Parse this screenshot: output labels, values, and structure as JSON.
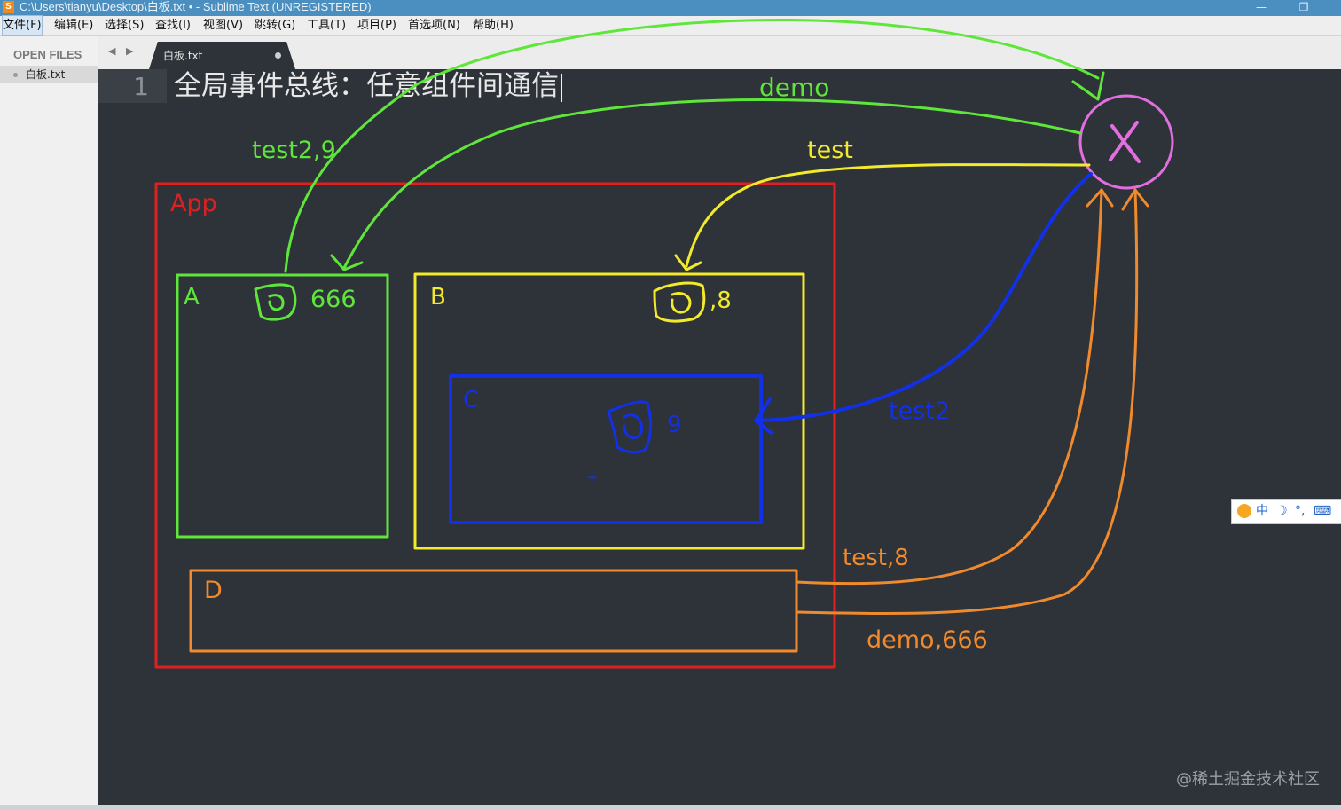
{
  "window": {
    "title": "C:\\Users\\tianyu\\Desktop\\白板.txt • - Sublime Text (UNREGISTERED)",
    "app_icon_glyph": "S",
    "minimize_glyph": "—",
    "restore_glyph": "❐"
  },
  "menu": {
    "items": [
      "文件(F)",
      "编辑(E)",
      "选择(S)",
      "查找(I)",
      "视图(V)",
      "跳转(G)",
      "工具(T)",
      "项目(P)",
      "首选项(N)",
      "帮助(H)"
    ]
  },
  "sidebar": {
    "header": "OPEN FILES",
    "files": [
      {
        "name": "白板.txt"
      }
    ]
  },
  "tabs": {
    "nav_arrows": "◀ ▶",
    "active": {
      "name": "白板.txt"
    }
  },
  "editor": {
    "line_number": "1",
    "line_text": "全局事件总线：任意组件间通信"
  },
  "drawing": {
    "labels": {
      "app": "App",
      "a": "A",
      "a_value": "666",
      "b": "B",
      "b_value": ",8",
      "c": "C",
      "c_value": "9",
      "c_plus": "+",
      "d": "D",
      "bus": "X",
      "demo": "demo",
      "test": "test",
      "test29": "test2,9",
      "test2": "test2",
      "test8": "test,8",
      "demo666": "demo,666"
    },
    "colors": {
      "red": "#e02020",
      "green": "#5fe63a",
      "yellow": "#f2ea2a",
      "blue": "#1230e8",
      "orange": "#f08a2c",
      "magenta": "#e26ee0"
    }
  },
  "ime": {
    "items": [
      "中",
      "☽",
      "°,",
      "⌨"
    ]
  },
  "watermark": "@稀土掘金技术社区"
}
